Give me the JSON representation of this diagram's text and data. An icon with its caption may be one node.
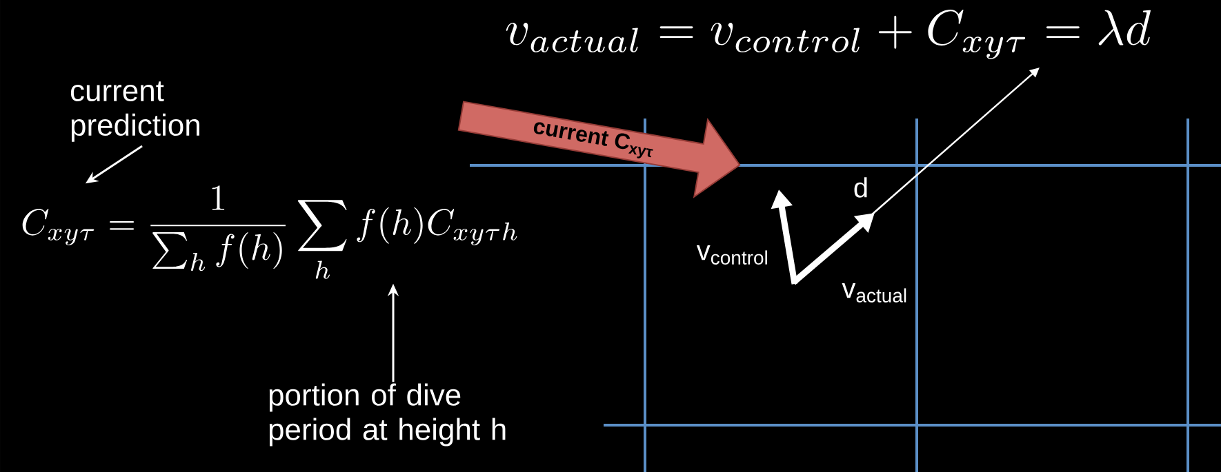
{
  "diagram": {
    "nodes": [
      {
        "text": [
          "current prediction"
        ]
      },
      {
        "text": [
          "C_{xy\\tau} = \\frac{1}{\\sum_h f(h)} \\sum_h f(h) C_{xy\\tau h}"
        ]
      },
      {
        "text": [
          "portion of dive period at height h"
        ]
      },
      {
        "text": [
          "v_{actual} = v_{control} + C_{xy\\tau} = \\lambda d"
        ]
      },
      {
        "text": [
          "current C$_{xyτ}$"
        ]
      }
    ],
    "edges": [
      {
        "from": 0,
        "to": 1,
        "arrow": "to"
      },
      {
        "from": 2,
        "to": 1,
        "arrow": "to"
      }
    ],
    "labels": [
      "v$_{control}$",
      "v$_{actual}$",
      "d"
    ]
  }
}
